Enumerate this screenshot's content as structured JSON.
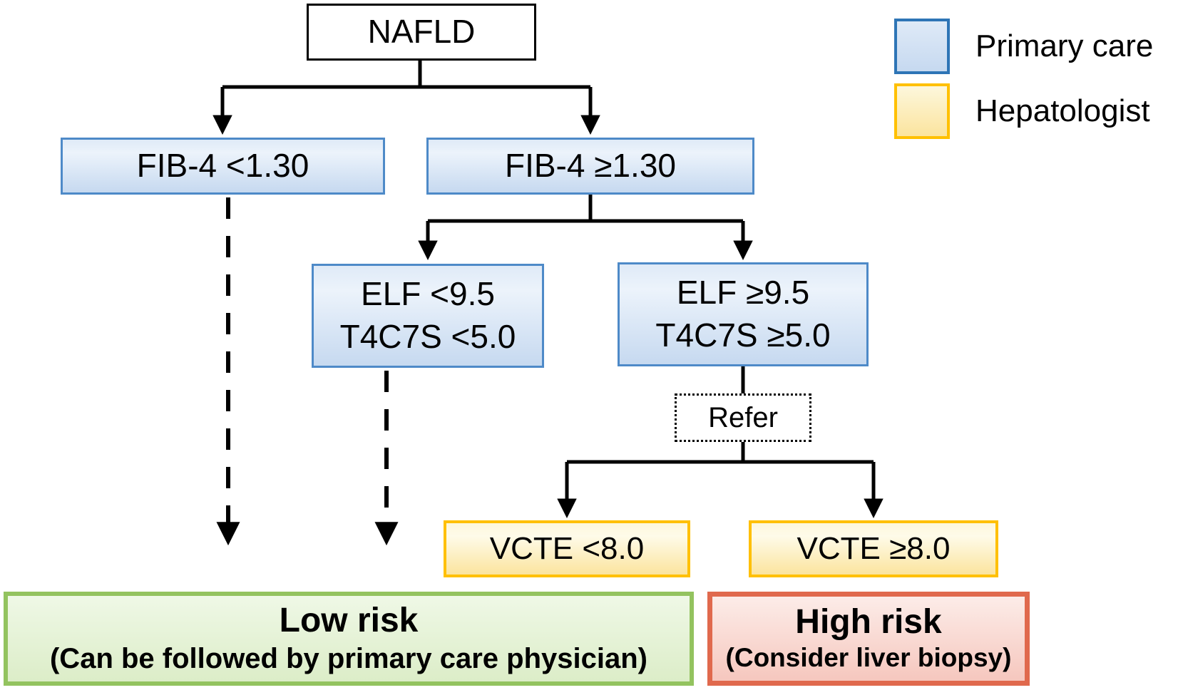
{
  "legend": {
    "items": [
      {
        "id": "primary-care",
        "label": "Primary care",
        "fill": "#DFEAF7",
        "border": "#2E75B6"
      },
      {
        "id": "hepatologist",
        "label": "Hepatologist",
        "fill": "#FDF7DC",
        "border": "#FFC000"
      }
    ]
  },
  "nodes": {
    "nafld": {
      "label": "NAFLD"
    },
    "fib4_low": {
      "label": "FIB-4 <1.30"
    },
    "fib4_high": {
      "label": "FIB-4 ≥1.30"
    },
    "elf_low": {
      "line1": "ELF <9.5",
      "line2": "T4C7S <5.0"
    },
    "elf_high": {
      "line1": "ELF ≥9.5",
      "line2": "T4C7S ≥5.0"
    },
    "refer": {
      "label": "Refer"
    },
    "vcte_low": {
      "label": "VCTE <8.0"
    },
    "vcte_high": {
      "label": "VCTE ≥8.0"
    },
    "low_risk": {
      "title": "Low risk",
      "subtitle": "(Can be followed by primary care physician)"
    },
    "high_risk": {
      "title": "High risk",
      "subtitle": "(Consider liver biopsy)"
    }
  },
  "colors": {
    "blue_border": "#4E8AC8",
    "blue_fill_top": "#DFEAF7",
    "blue_fill_bottom": "#C6D9F0",
    "legend_blue_border": "#2E75B6",
    "yellow_border": "#FFC000",
    "yellow_fill_top": "#FDF7DC",
    "yellow_fill_bottom": "#FBE49E",
    "green_border": "#93C35F",
    "green_fill_top": "#EFF8E6",
    "green_fill_bottom": "#DCEDC8",
    "red_border": "#E0694D",
    "red_fill_top": "#FCECE8",
    "red_fill_bottom": "#F6C7BE",
    "line": "#000000"
  }
}
